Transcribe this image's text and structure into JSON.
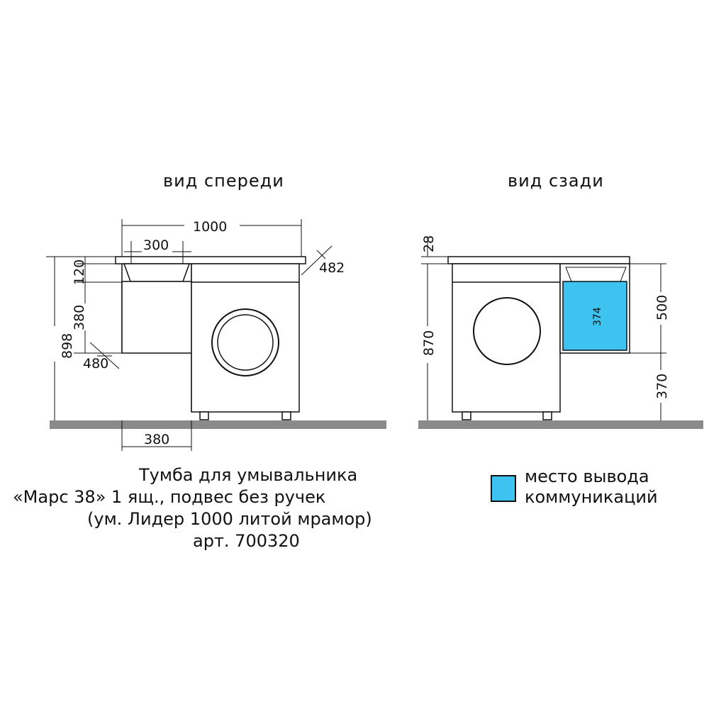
{
  "views": {
    "front": {
      "title": "вид спереди"
    },
    "back": {
      "title": "вид сзади"
    }
  },
  "dimensions": {
    "front": {
      "total_width": "1000",
      "basin_width": "300",
      "depth_top": "482",
      "top_height": "120",
      "drawer_height": "380",
      "total_height": "898",
      "drawer_depth": "480",
      "bottom_width": "380"
    },
    "back": {
      "top_thickness": "28",
      "total_height": "870",
      "comm_inner": "374",
      "comm_height": "500",
      "floor_gap": "370"
    }
  },
  "caption": {
    "line1": "Тумба для умывальника",
    "line2": "«Марс 38» 1 ящ., подвес без ручек",
    "line3": "(ум. Лидер 1000 литой мрамор)",
    "line4": "арт. 700320"
  },
  "legend": {
    "line1": "место вывода",
    "line2": "коммуникаций",
    "color": "#3ec3f0"
  },
  "colors": {
    "floor": "#8a8a8a",
    "line": "#111111",
    "comm_area": "#3ec3f0"
  }
}
